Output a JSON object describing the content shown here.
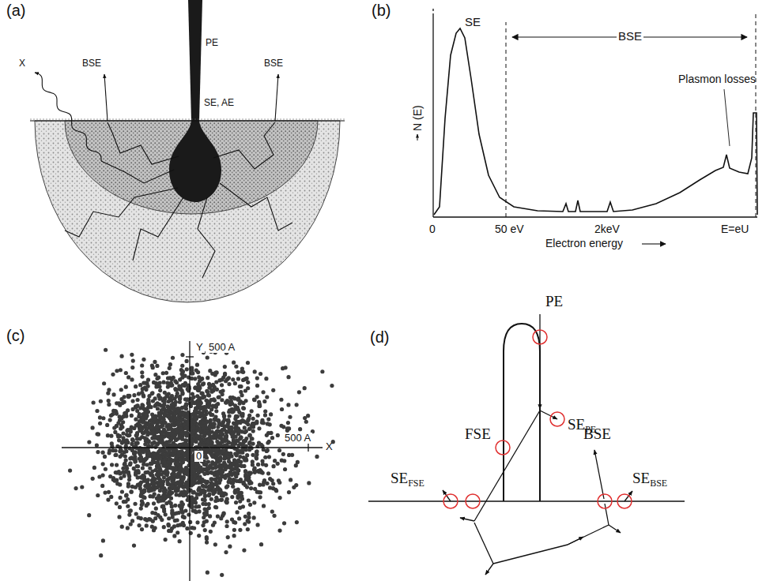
{
  "diagram": {
    "labels": [
      "(a)",
      "PE",
      "X",
      "BSE",
      "SE, AE",
      "BSE",
      "(b)",
      "SE",
      "BSE",
      "N (E)",
      "Plasmon losses",
      "0",
      "50 eV",
      "2keV",
      "E=eU",
      "Electron energy",
      "(c)",
      "Y",
      "500 A",
      "0",
      "500 A",
      "X",
      "(d)",
      "PE",
      "SE",
      "PE",
      "FSE",
      "BSE",
      "SE",
      "FSE",
      "SE",
      "BSE"
    ]
  }
}
